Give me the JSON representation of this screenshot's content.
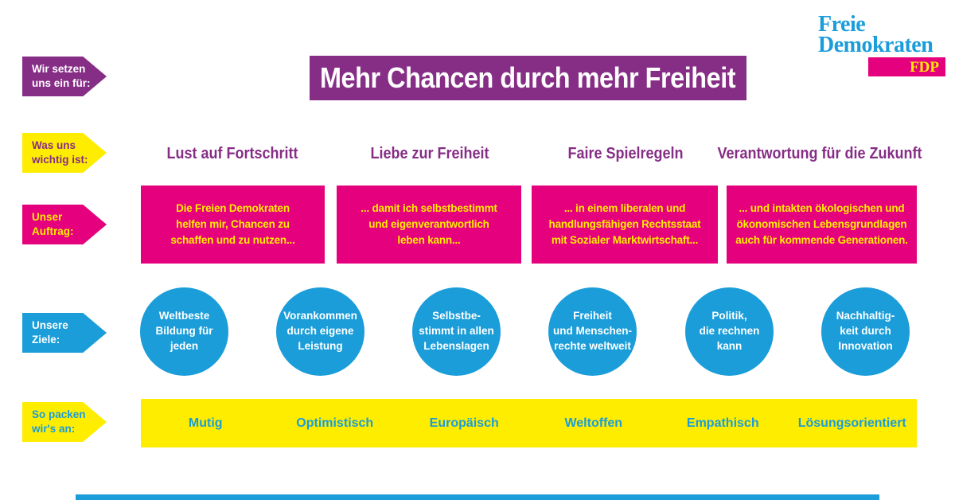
{
  "brand": {
    "name": "Freie\nDemokraten",
    "abbr": "FDP"
  },
  "banner": {
    "title": "Mehr Chancen durch mehr Freiheit"
  },
  "row_labels": {
    "commitment": "Wir setzen\nuns ein für:",
    "values": "Was uns\nwichtig ist:",
    "mission": "Unser\nAuftrag:",
    "goals": "Unsere\nZiele:",
    "approach": "So packen\nwir's an:"
  },
  "value_headers": [
    "Lust auf Fortschritt",
    "Liebe zur Freiheit",
    "Faire Spielregeln",
    "Verantwortung für die Zukunft"
  ],
  "mission_boxes": [
    "Die Freien Demokraten\nhelfen mir, Chancen zu\nschaffen und zu nutzen...",
    "... damit ich selbstbestimmt\nund eigenverantwortlich\nleben kann...",
    "... in einem liberalen und\nhandlungsfähigen Rechtsstaat\nmit Sozialer Marktwirtschaft...",
    "... und intakten ökologischen und\nökonomischen Lebensgrundlagen\nauch für kommende Generationen."
  ],
  "goal_circles": [
    "Weltbeste\nBildung für\njeden",
    "Vorankommen\ndurch eigene\nLeistung",
    "Selbstbe-\nstimmt in allen\nLebenslagen",
    "Freiheit\nund Menschen-\nrechte weltweit",
    "Politik,\ndie rechnen\nkann",
    "Nachhaltig-\nkeit durch\nInnovation"
  ],
  "approach_bar": [
    "Mutig",
    "Optimistisch",
    "Europäisch",
    "Weltoffen",
    "Empathisch",
    "Lösungsorientiert"
  ],
  "colors": {
    "purple": "#862d86",
    "magenta": "#e5007d",
    "yellow": "#ffed00",
    "blue": "#1a9dd9"
  }
}
